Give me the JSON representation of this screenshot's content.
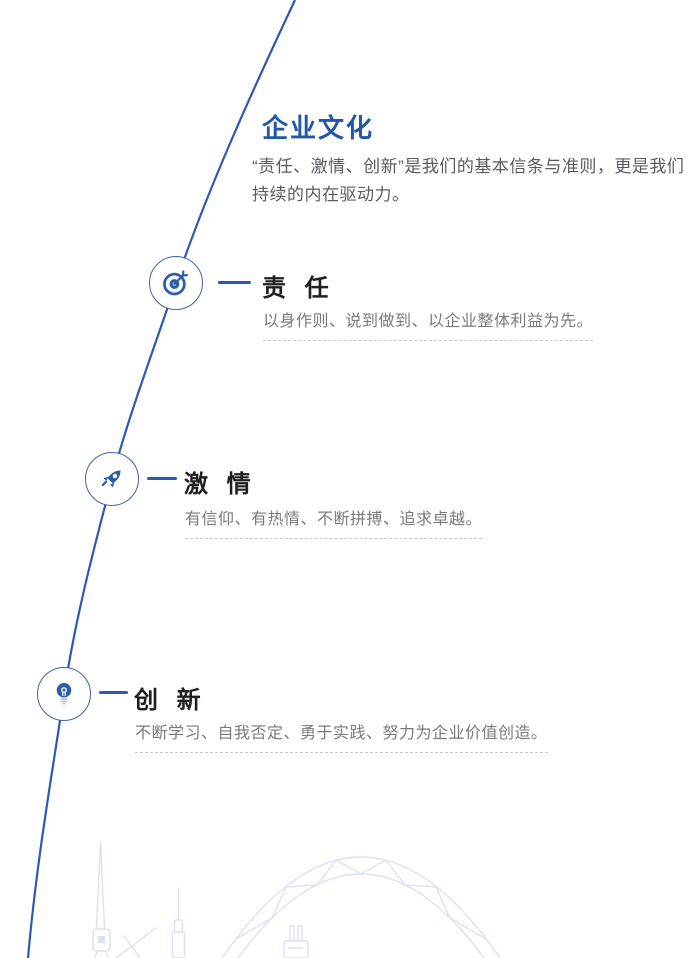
{
  "theme": {
    "accent_blue": "#2256a8",
    "line_blue": "#2a5ab3",
    "heading_color": "#1f1f1f",
    "desc_color": "#7a7a7a",
    "intro_color": "#585c61",
    "skyline_color": "#dce1f2",
    "dash_color": "#c9c9c9"
  },
  "header": {
    "title": "企业文化",
    "intro_line1": "“责任、激情、创新”是我们的基本信条与准则，更是我们",
    "intro_line2": "持续的内在驱动力。"
  },
  "items": [
    {
      "icon": "target-icon",
      "title": "责 任",
      "desc": "以身作则、说到做到、以企业整体利益为先。"
    },
    {
      "icon": "rocket-icon",
      "title": "激 情",
      "desc": "有信仰、有热情、不断拼搏、追求卓越。"
    },
    {
      "icon": "bulb-icon",
      "title": "创 新",
      "desc": "不断学习、自我否定、勇于实践、努力为企业价值创造。"
    }
  ]
}
